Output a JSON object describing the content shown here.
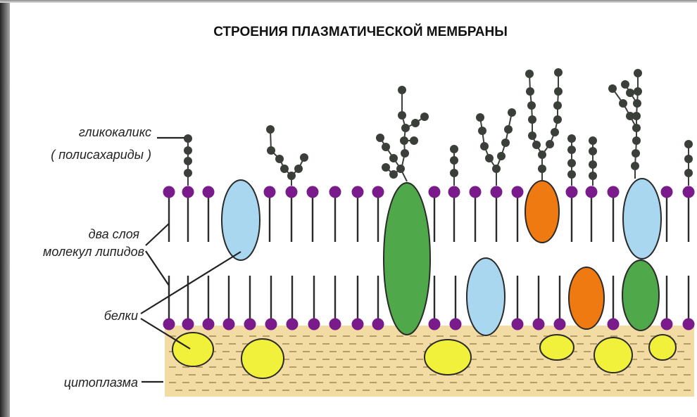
{
  "title": "СТРОЕНИЯ ПЛАЗМАТИЧЕСКОЙ МЕМБРАНЫ",
  "labels": {
    "glycocalyx_line1": "гликокаликс",
    "glycocalyx_line2": "( полисахариды )",
    "lipids_line1": "два слоя",
    "lipids_line2": "молекул липидов",
    "proteins": "белки",
    "cytoplasm": "цитоплазма"
  },
  "colors": {
    "frame_dark": "#2b2b2b",
    "frame_light": "#bdbdbd",
    "lipid_head": "#7a1b8c",
    "lipid_tail": "#2a2a2a",
    "sugar": "#3b3f3a",
    "protein_blue": "#a9d7ef",
    "protein_green": "#4fa84a",
    "protein_orange": "#f07a12",
    "protein_yellow": "#f1f03a",
    "cytoplasm_fill": "#f2dca4",
    "cytoplasm_dash": "#a78d59"
  }
}
